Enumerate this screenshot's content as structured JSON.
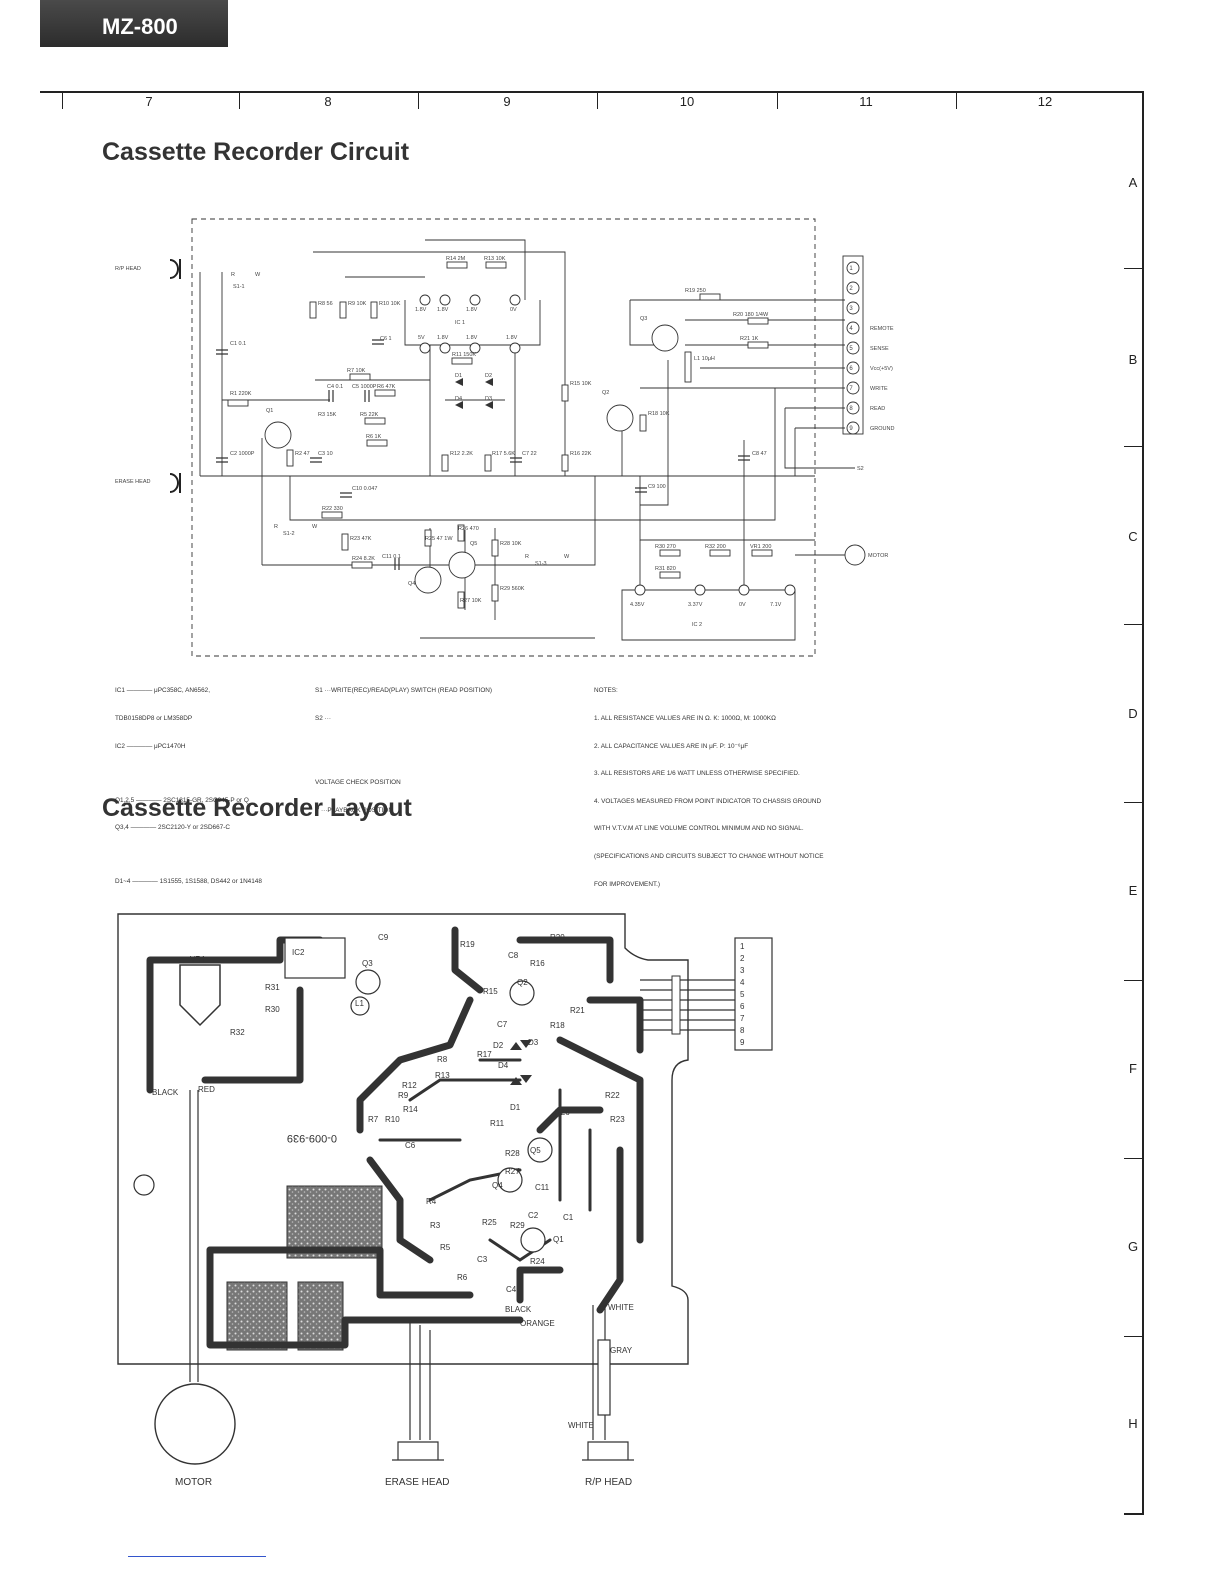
{
  "model": "MZ-800",
  "grid": {
    "columns": [
      "7",
      "8",
      "9",
      "10",
      "11",
      "12"
    ],
    "rows": [
      "A",
      "B",
      "C",
      "D",
      "E",
      "F",
      "G",
      "H"
    ]
  },
  "circuit": {
    "title": "Cassette Recorder Circuit",
    "heads": [
      "R/P HEAD",
      "ERASE HEAD"
    ],
    "connector": {
      "pins": [
        "1",
        "2",
        "3",
        "4",
        "5",
        "6",
        "7",
        "8",
        "9"
      ],
      "labels": [
        "REMOTE",
        "SENSE",
        "Vcc(+5V)",
        "WRITE",
        "READ",
        "GROUND"
      ]
    },
    "components": [
      "R14 2M",
      "R13 10K",
      "R8 56",
      "R9 10K",
      "R10 10K",
      "C6 1",
      "R7 10K",
      "R11 150K",
      "D1",
      "D2",
      "D4",
      "D3",
      "C4 0.1",
      "C5 1000P",
      "R6 47K",
      "R5 22K",
      "R3 15K",
      "R6 1K",
      "R1 220K",
      "C1 0.1",
      "C2 1000P",
      "R2 47",
      "C3 10",
      "R12 2.2K",
      "R17 5.6K",
      "C7 22",
      "R16 22K",
      "R15 10K",
      "R18 10K",
      "C8 47",
      "C9 100",
      "R19 250",
      "R20 180 1/4W",
      "R21 1K",
      "L1 10μH",
      "Q1",
      "Q2",
      "Q3",
      "Q4",
      "Q5",
      "IC 1",
      "IC 2",
      "C10 0.047",
      "R22 330",
      "R23 47K",
      "R24 8.2K",
      "C11 0.1",
      "R25 47 1W",
      "R26 470",
      "R28 10K",
      "R29 560K",
      "R27 10K",
      "R30 270",
      "R32 200",
      "VR1 200",
      "R31 820",
      "S1-1",
      "S1-2",
      "S1-3",
      "S2"
    ],
    "ic1_voltages": [
      "1.8V",
      "1.8V",
      "1.8V",
      "0V",
      "5V",
      "1.8V",
      "1.8V",
      "1.8V"
    ],
    "ic2_voltages": [
      "4.35V",
      "3.37V",
      "0V",
      "7.1V"
    ],
    "motor_label": "MOTOR",
    "switch_positions": [
      "R",
      "W"
    ],
    "parts_list": [
      "IC1 ———— μPC358C, AN6562,",
      "          TDB0158DP8 or LM358DP",
      "IC2 ———— μPC1470H",
      "Q1,2,5 ———— 2SC1815-GR, 2SC945-P or Q",
      "Q3,4 ———— 2SC2120-Y or 2SD667-C",
      "D1~4 ———— 1S1555, 1S1588, DS442 or 1N4148"
    ],
    "switch_notes": [
      "S1 ···WRITE(REC)/READ(PLAY) SWITCH (READ POSITION)",
      "S2 ···",
      "VOLTAGE CHECK POSITION",
      "V ···PLAYBACK POSITION"
    ],
    "notes": [
      "NOTES:",
      "1. ALL RESISTANCE VALUES ARE IN Ω. K: 1000Ω, M: 1000KΩ",
      "2. ALL CAPACITANCE VALUES ARE IN μF. P: 10⁻⁶μF",
      "3. ALL RESISTORS ARE 1/6 WATT UNLESS OTHERWISE SPECIFIED.",
      "4. VOLTAGES MEASURED FROM POINT INDICATOR TO CHASSIS GROUND",
      "   WITH V.T.V.M AT LINE VOLUME CONTROL MINIMUM AND NO SIGNAL.",
      "(SPECIFICATIONS AND CIRCUITS SUBJECT TO CHANGE WITHOUT NOTICE",
      "FOR IMPROVEMENT.)"
    ]
  },
  "layout": {
    "title": "Cassette Recorder Layout",
    "board_text": "0-009-939",
    "connector_pins": [
      "1",
      "2",
      "3",
      "4",
      "5",
      "6",
      "7",
      "8",
      "9"
    ],
    "wire_labels": [
      "BLACK",
      "RED",
      "BLACK",
      "ORANGE",
      "WHITE",
      "GRAY",
      "WHITE"
    ],
    "external_parts": [
      "MOTOR",
      "ERASE HEAD",
      "R/P HEAD"
    ],
    "part_labels": [
      "VR1",
      "IC2",
      "Q3",
      "R31",
      "R30",
      "L1",
      "R32",
      "R19",
      "R20",
      "C8",
      "R15",
      "R16",
      "Q2",
      "C9",
      "R21",
      "R18",
      "C7",
      "D2",
      "D3",
      "R8",
      "R17",
      "R13",
      "R12",
      "D4",
      "D1",
      "R9",
      "R14",
      "R7",
      "R10",
      "R11",
      "C6",
      "R26",
      "R22",
      "R23",
      "R28",
      "Q5",
      "R27",
      "C11",
      "Q4",
      "R4",
      "R25",
      "R29",
      "C2",
      "C1",
      "R24",
      "C3",
      "Q1",
      "R6",
      "R3",
      "R5",
      "C4"
    ]
  }
}
